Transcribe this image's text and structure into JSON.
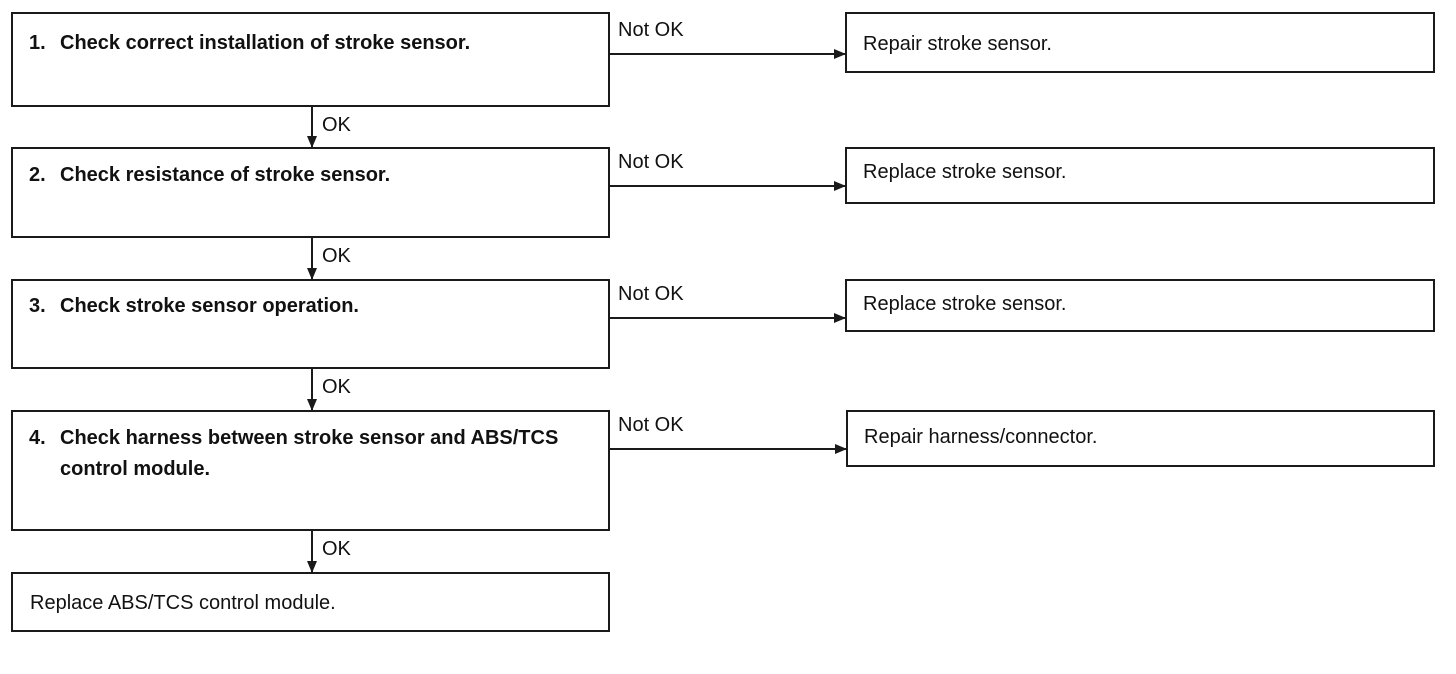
{
  "steps": [
    {
      "number": "1.",
      "text": "Check correct installation of stroke sensor."
    },
    {
      "number": "2.",
      "text": "Check resistance of stroke sensor."
    },
    {
      "number": "3.",
      "text": "Check stroke sensor operation."
    },
    {
      "number": "4.",
      "text": "Check harness between stroke sensor and ABS/TCS control module."
    }
  ],
  "results": [
    "Repair stroke sensor.",
    "Replace stroke sensor.",
    "Replace stroke sensor.",
    "Repair harness/connector."
  ],
  "final": "Replace ABS/TCS control module.",
  "labels": {
    "ok": "OK",
    "not_ok": "Not OK"
  },
  "colors": {
    "line": "#1a1a1a",
    "background": "#ffffff"
  }
}
